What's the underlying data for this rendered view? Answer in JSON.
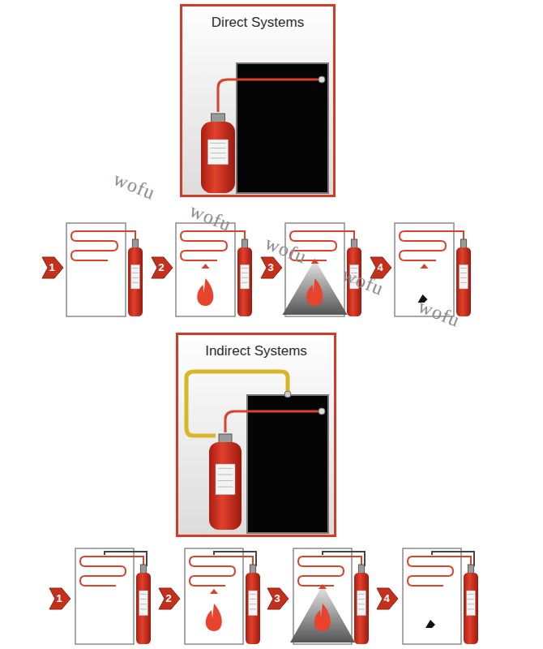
{
  "diagram": {
    "nodes": [
      {
        "text": [
          "Direct Systems"
        ]
      },
      {
        "text": [
          "Indirect Systems"
        ]
      }
    ],
    "labels": [
      "1",
      "2",
      "3",
      "4",
      "wofu",
      "wofu",
      "wofu",
      "wofu",
      "wofu",
      "1",
      "2",
      "3",
      "4"
    ]
  }
}
